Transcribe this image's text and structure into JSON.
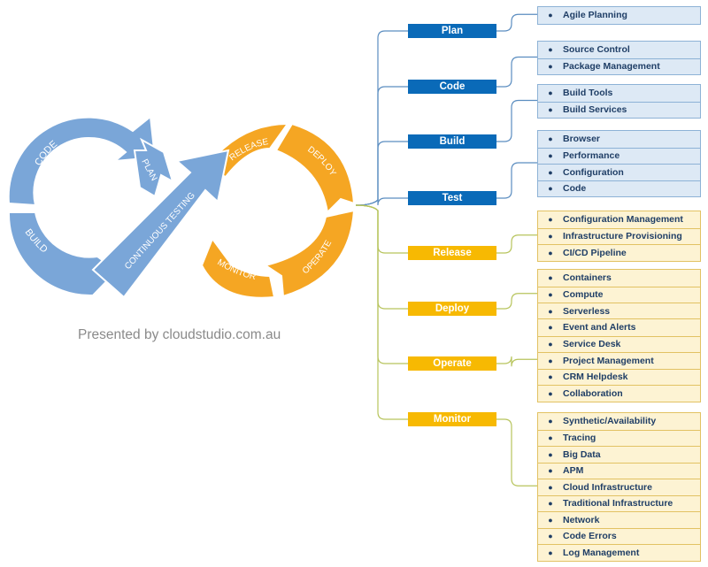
{
  "loop": {
    "code": "CODE",
    "build": "BUILD",
    "plan": "PLAN",
    "testing": "CONTINUOUS TESTING",
    "release": "RELEASE",
    "deploy": "DEPLOY",
    "operate": "OPERATE",
    "monitor": "MONITOR"
  },
  "presented": "Presented by cloudstudio.com.au",
  "colors": {
    "blue_loop": "#7aa6d8",
    "orange_loop": "#f5a623",
    "blue_stage": "#0a6ab8",
    "yellow_stage": "#f7b902",
    "blue_connector": "#5b8dc0",
    "yellow_connector": "#b7c45c"
  },
  "stages": [
    {
      "name": "Plan",
      "color": "blue"
    },
    {
      "name": "Code",
      "color": "blue"
    },
    {
      "name": "Build",
      "color": "blue"
    },
    {
      "name": "Test",
      "color": "blue"
    },
    {
      "name": "Release",
      "color": "yellow"
    },
    {
      "name": "Deploy",
      "color": "yellow"
    },
    {
      "name": "Operate",
      "color": "yellow"
    },
    {
      "name": "Monitor",
      "color": "yellow"
    }
  ],
  "groups": [
    {
      "stage": "Plan",
      "color": "blue",
      "items": [
        "Agile Planning"
      ]
    },
    {
      "stage": "Code",
      "color": "blue",
      "items": [
        "Source Control",
        "Package Management"
      ]
    },
    {
      "stage": "Build",
      "color": "blue",
      "items": [
        "Build Tools",
        "Build Services"
      ]
    },
    {
      "stage": "Test",
      "color": "blue",
      "items": [
        "Browser",
        "Performance",
        "Configuration",
        "Code"
      ]
    },
    {
      "stage": "Release",
      "color": "yellow",
      "items": [
        "Configuration Management",
        "Infrastructure Provisioning",
        "CI/CD Pipeline"
      ]
    },
    {
      "stage": "Deploy",
      "color": "yellow",
      "items": [
        "Containers",
        "Compute",
        "Serverless"
      ]
    },
    {
      "stage": "Operate",
      "color": "yellow",
      "items": [
        "Event and Alerts",
        "Service Desk",
        "Project Management",
        "CRM Helpdesk",
        "Collaboration"
      ]
    },
    {
      "stage": "Monitor",
      "color": "yellow",
      "items": [
        "Synthetic/Availability",
        "Tracing",
        "Big Data",
        "APM",
        "Cloud Infrastructure",
        "Traditional Infrastructure",
        "Network",
        "Code Errors",
        "Log Management"
      ]
    }
  ]
}
